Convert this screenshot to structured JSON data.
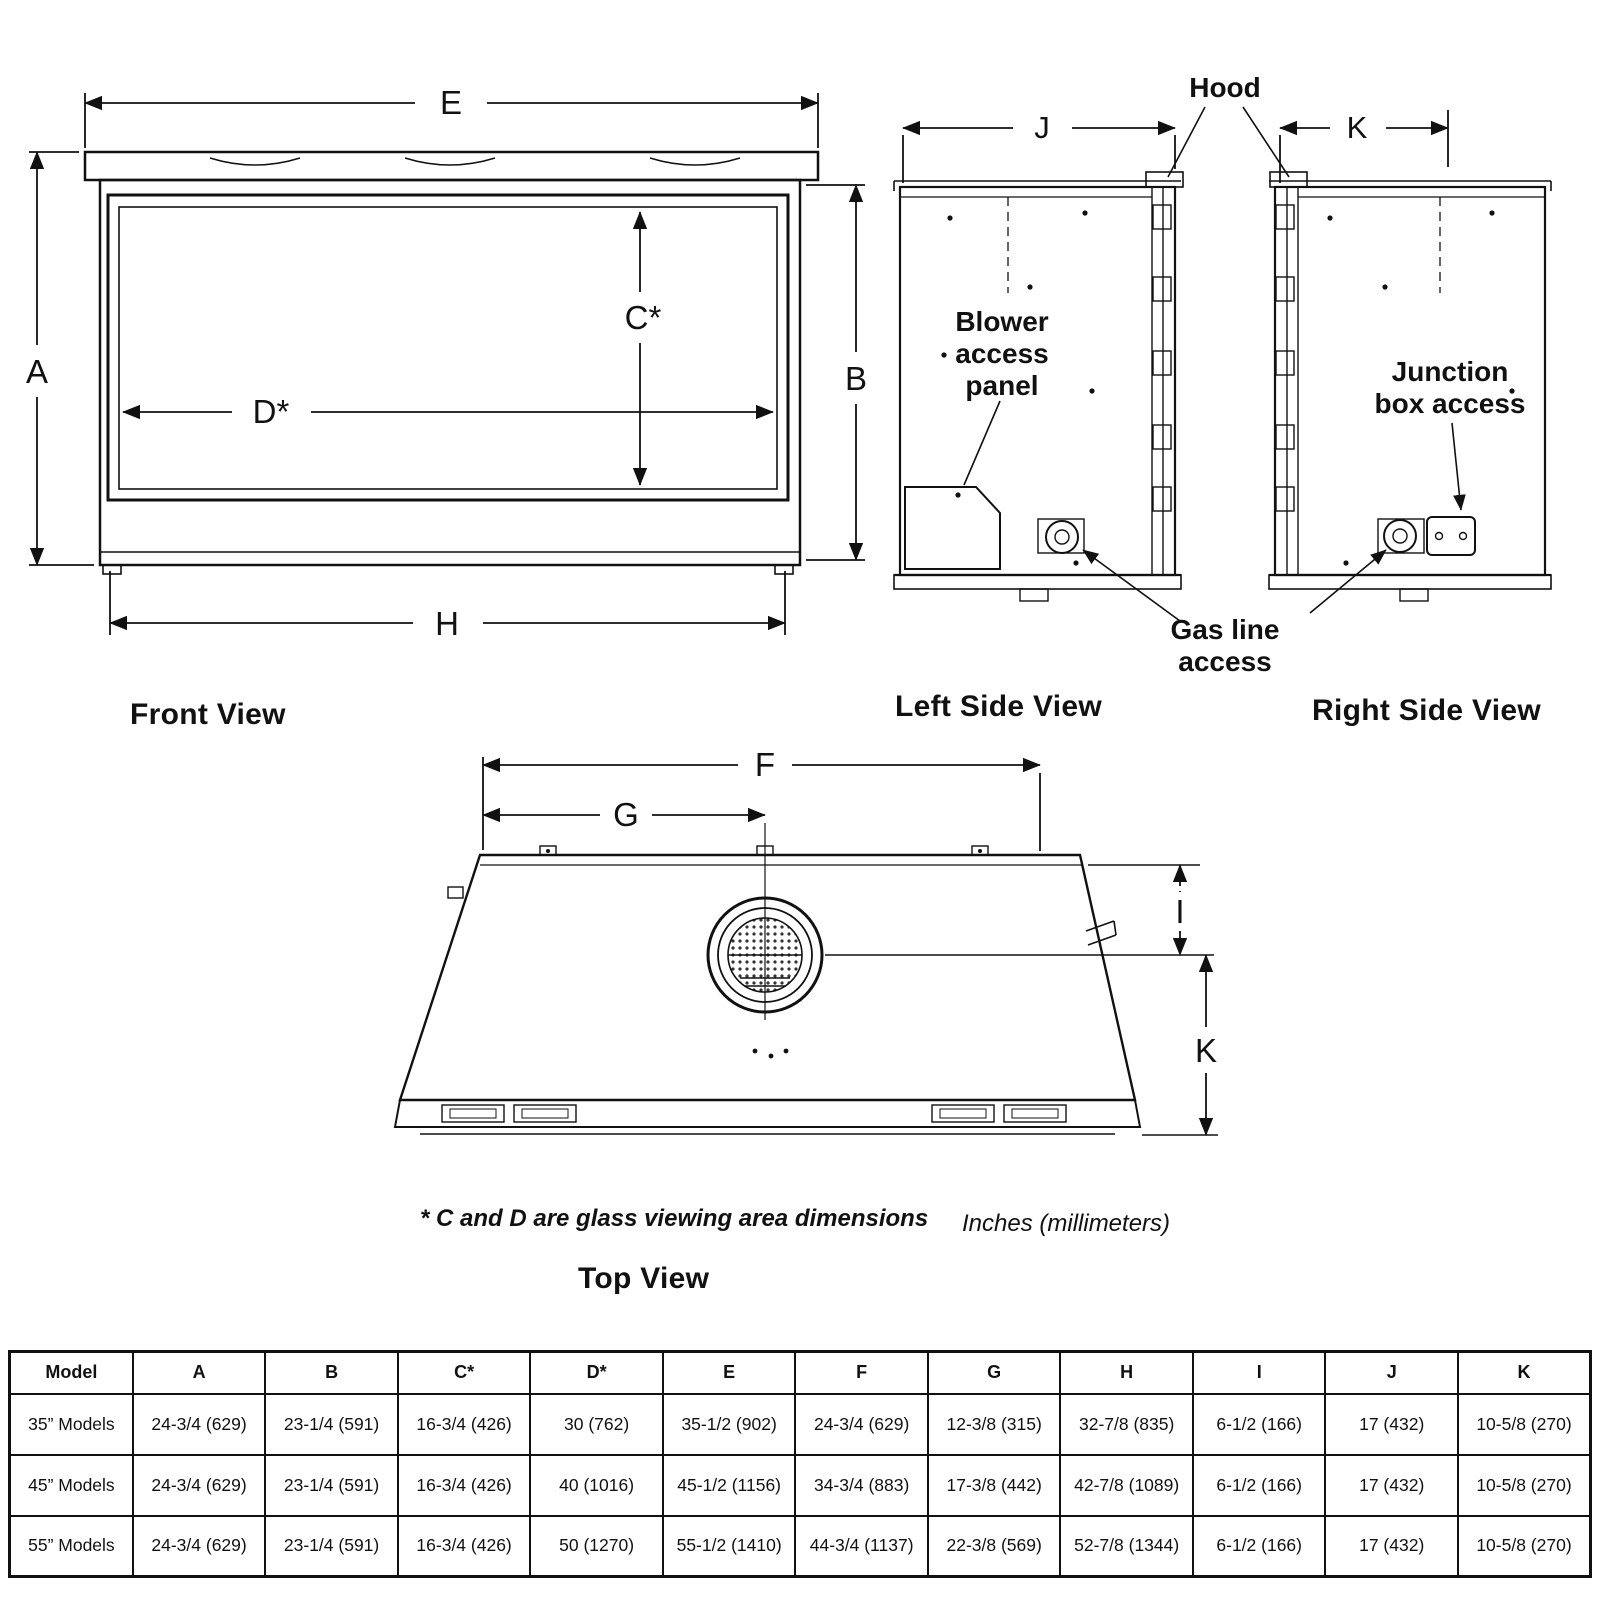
{
  "front_view": {
    "caption": "Front View",
    "dim_a": "A",
    "dim_b": "B",
    "dim_c": "C*",
    "dim_d": "D*",
    "dim_e": "E",
    "dim_h": "H"
  },
  "side_views": {
    "left_caption": "Left Side View",
    "right_caption": "Right Side View",
    "dim_j": "J",
    "dim_k": "K",
    "hood_label": "Hood",
    "blower_lines": [
      "Blower",
      "access",
      "panel"
    ],
    "junction_lines": [
      "Junction",
      "box access"
    ],
    "gas_lines": [
      "Gas line",
      "access"
    ]
  },
  "top_view": {
    "caption": "Top View",
    "dim_f": "F",
    "dim_g": "G",
    "dim_i": "I",
    "dim_k": "K"
  },
  "notes": {
    "glass_note": "* C and D are glass viewing area dimensions",
    "units_note": "Inches (millimeters)"
  },
  "table": {
    "headers": [
      "Model",
      "A",
      "B",
      "C*",
      "D*",
      "E",
      "F",
      "G",
      "H",
      "I",
      "J",
      "K"
    ],
    "rows": [
      [
        "35” Models",
        "24-3/4 (629)",
        "23-1/4 (591)",
        "16-3/4 (426)",
        "30 (762)",
        "35-1/2 (902)",
        "24-3/4 (629)",
        "12-3/8 (315)",
        "32-7/8 (835)",
        "6-1/2 (166)",
        "17 (432)",
        "10-5/8 (270)"
      ],
      [
        "45” Models",
        "24-3/4 (629)",
        "23-1/4 (591)",
        "16-3/4 (426)",
        "40 (1016)",
        "45-1/2 (1156)",
        "34-3/4 (883)",
        "17-3/8 (442)",
        "42-7/8 (1089)",
        "6-1/2 (166)",
        "17 (432)",
        "10-5/8 (270)"
      ],
      [
        "55” Models",
        "24-3/4 (629)",
        "23-1/4 (591)",
        "16-3/4 (426)",
        "50 (1270)",
        "55-1/2 (1410)",
        "44-3/4 (1137)",
        "22-3/8 (569)",
        "52-7/8 (1344)",
        "6-1/2 (166)",
        "17 (432)",
        "10-5/8 (270)"
      ]
    ]
  }
}
